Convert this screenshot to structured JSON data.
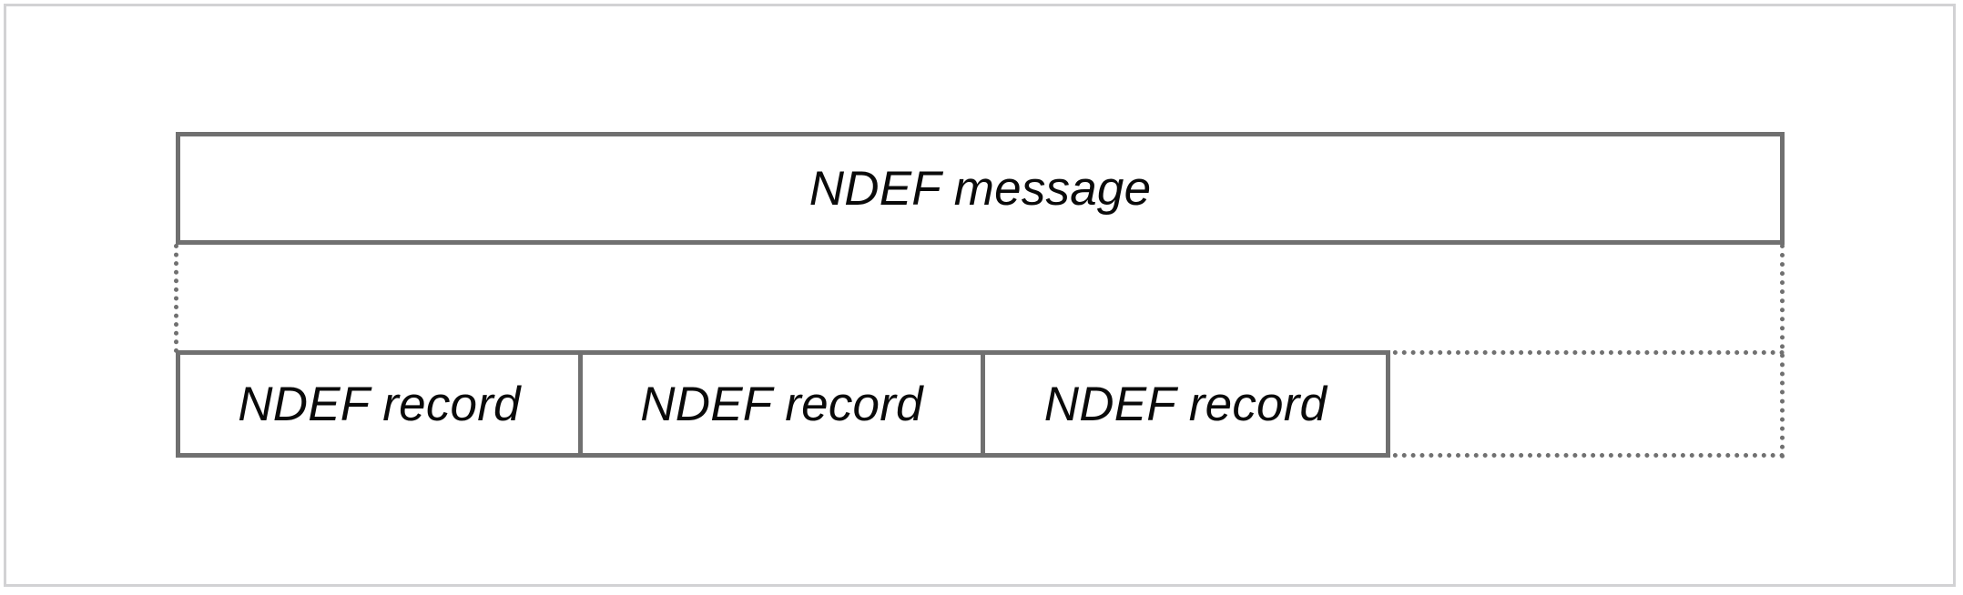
{
  "diagram": {
    "title_text": "NDEF message",
    "message": {
      "label": "NDEF message"
    },
    "records": [
      {
        "label": "NDEF record"
      },
      {
        "label": "NDEF record"
      },
      {
        "label": "NDEF record"
      }
    ],
    "continuation": {
      "style": "dotted",
      "meaning": "more records may follow"
    },
    "colors": {
      "box_border": "#707070",
      "page_frame": "#d2d2d4",
      "text": "#0a0a0a",
      "background": "#ffffff"
    }
  }
}
